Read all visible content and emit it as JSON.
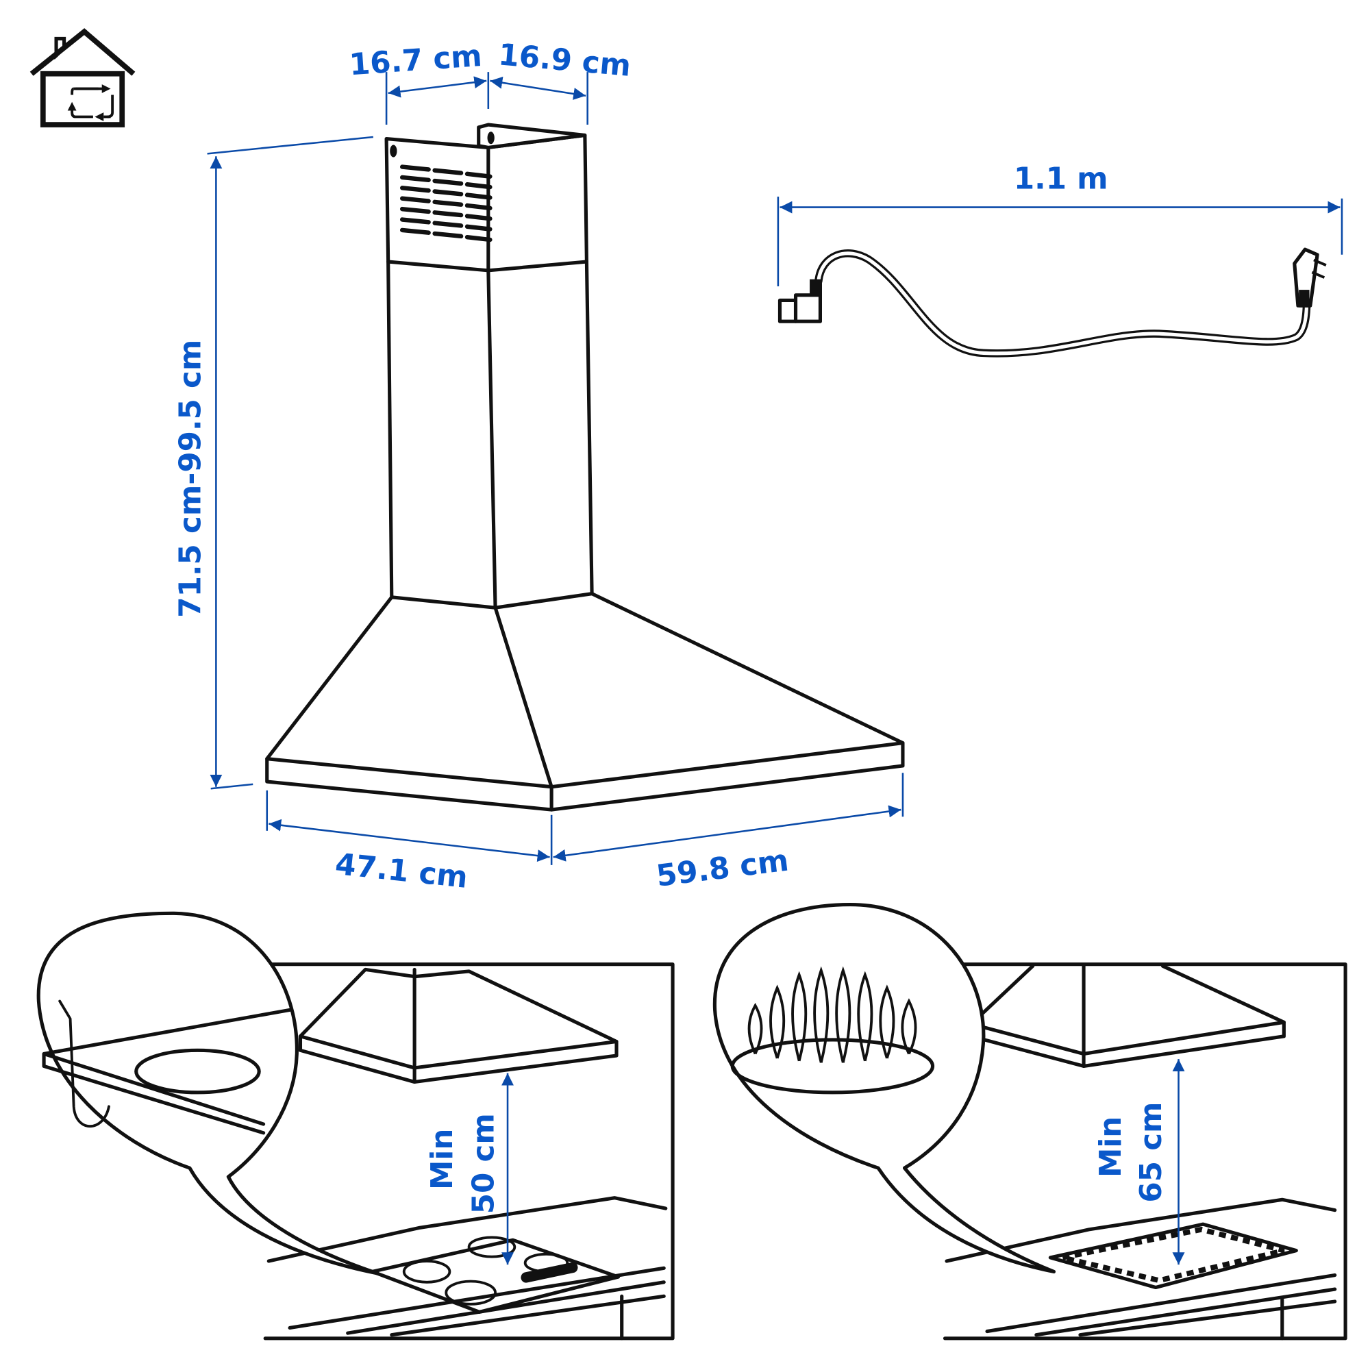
{
  "colors": {
    "accent": "#0a58ca",
    "dimension_line": "#0a4aa8",
    "line_art": "#111111",
    "background": "#ffffff"
  },
  "icon": {
    "name": "recirculation-house-icon"
  },
  "dimensions": {
    "chimney_depth": "16.7 cm",
    "chimney_width": "16.9 cm",
    "height_range": "71.5 cm-99.5 cm",
    "hood_depth": "47.1 cm",
    "hood_width": "59.8 cm",
    "cord_length": "1.1 m"
  },
  "installation": {
    "electric": {
      "line1": "Min",
      "line2": "50 cm",
      "detail": "plug-and-cord-zoom"
    },
    "gas": {
      "line1": "Min",
      "line2": "65 cm",
      "detail": "gas-flame-zoom"
    }
  }
}
